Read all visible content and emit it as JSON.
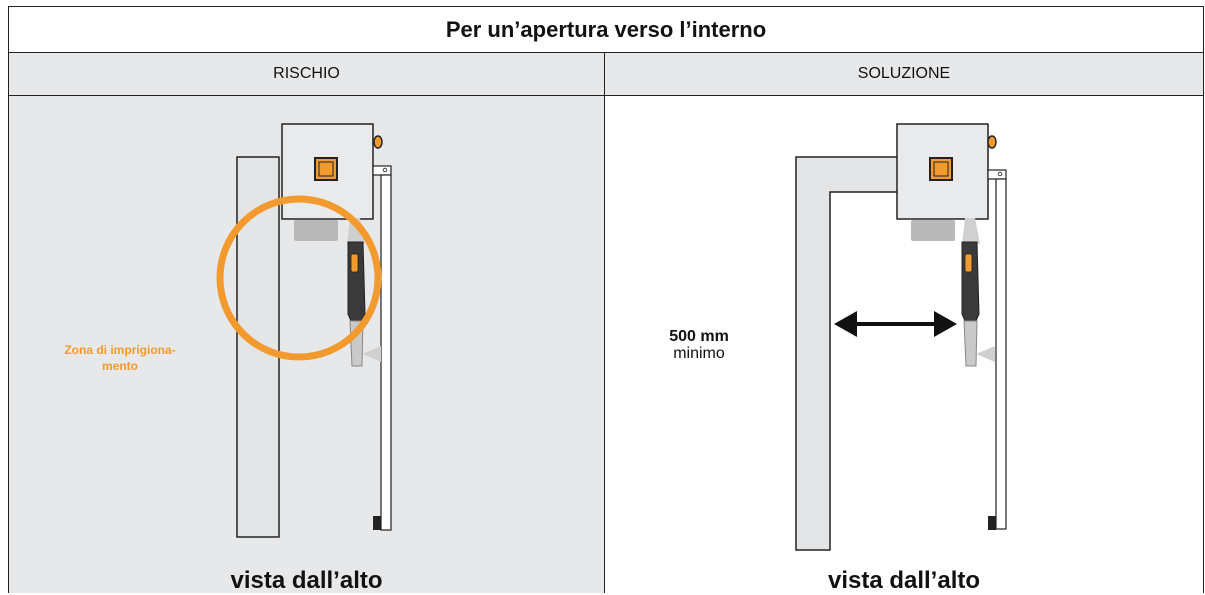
{
  "header": {
    "title": "Per un’apertura verso l’interno",
    "col_risk": "RISCHIO",
    "col_solution": "SOLUZIONE"
  },
  "risk_panel": {
    "zone_label_line1": "Zona di imprigiona-",
    "zone_label_line2": "mento",
    "caption": "vista dall’alto"
  },
  "solution_panel": {
    "distance_value": "500 mm",
    "distance_qualifier": "minimo",
    "caption": "vista dall’alto"
  },
  "colors": {
    "panel_gray": "#e7e8ea",
    "accent_orange": "#f39a2f",
    "wall_fill": "#e4e5e7",
    "motor_dark": "#3a3a3a"
  }
}
